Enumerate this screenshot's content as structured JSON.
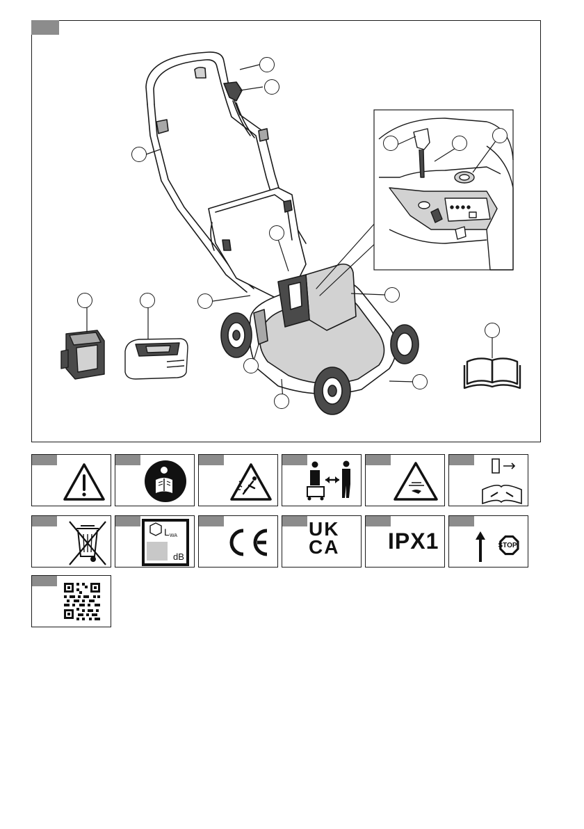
{
  "figure": {
    "label": "",
    "callouts": [
      "",
      "",
      "",
      "",
      "",
      "",
      "",
      "",
      "",
      "",
      "",
      "",
      "",
      "",
      "",
      "",
      ""
    ],
    "parts": [
      "mower-handle",
      "start-lever",
      "safety-key",
      "battery-compartment-lid",
      "battery-pack",
      "battery-charger",
      "grass-catcher",
      "cutting-deck",
      "wheel",
      "height-adjustment-lever",
      "operator-manual"
    ]
  },
  "symbols": [
    {
      "name": "warning",
      "icon": "warning-triangle-icon"
    },
    {
      "name": "read-manual",
      "icon": "read-manual-icon"
    },
    {
      "name": "thrown-objects",
      "icon": "thrown-objects-icon"
    },
    {
      "name": "keep-distance",
      "icon": "keep-bystanders-away-icon"
    },
    {
      "name": "sharp-blades",
      "icon": "sharp-blades-icon"
    },
    {
      "name": "remove-key-before-maintenance",
      "icon": "remove-key-maintenance-icon"
    },
    {
      "name": "weee",
      "icon": "crossed-bin-icon"
    },
    {
      "name": "sound-power",
      "icon": "sound-power-icon",
      "text": {
        "unit_top": "L",
        "unit_sub": "WA",
        "unit": "dB"
      }
    },
    {
      "name": "ce",
      "icon": "ce-mark-icon"
    },
    {
      "name": "ukca",
      "icon": "ukca-mark-icon",
      "text": {
        "line1": "UK",
        "line2": "CA"
      }
    },
    {
      "name": "ipx1",
      "icon": "ipx1-icon",
      "text": {
        "label": "IPX1"
      }
    },
    {
      "name": "stop-direction",
      "icon": "stop-arrow-icon",
      "text": {
        "label": "STOP"
      }
    },
    {
      "name": "qr",
      "icon": "qr-code-icon"
    }
  ],
  "colors": {
    "tag": "#8c8c8c",
    "line": "#1a1a1a",
    "fill_light": "#d2d2d2",
    "fill_mid": "#a8a8a8",
    "fill_dark": "#4a4a4a"
  }
}
